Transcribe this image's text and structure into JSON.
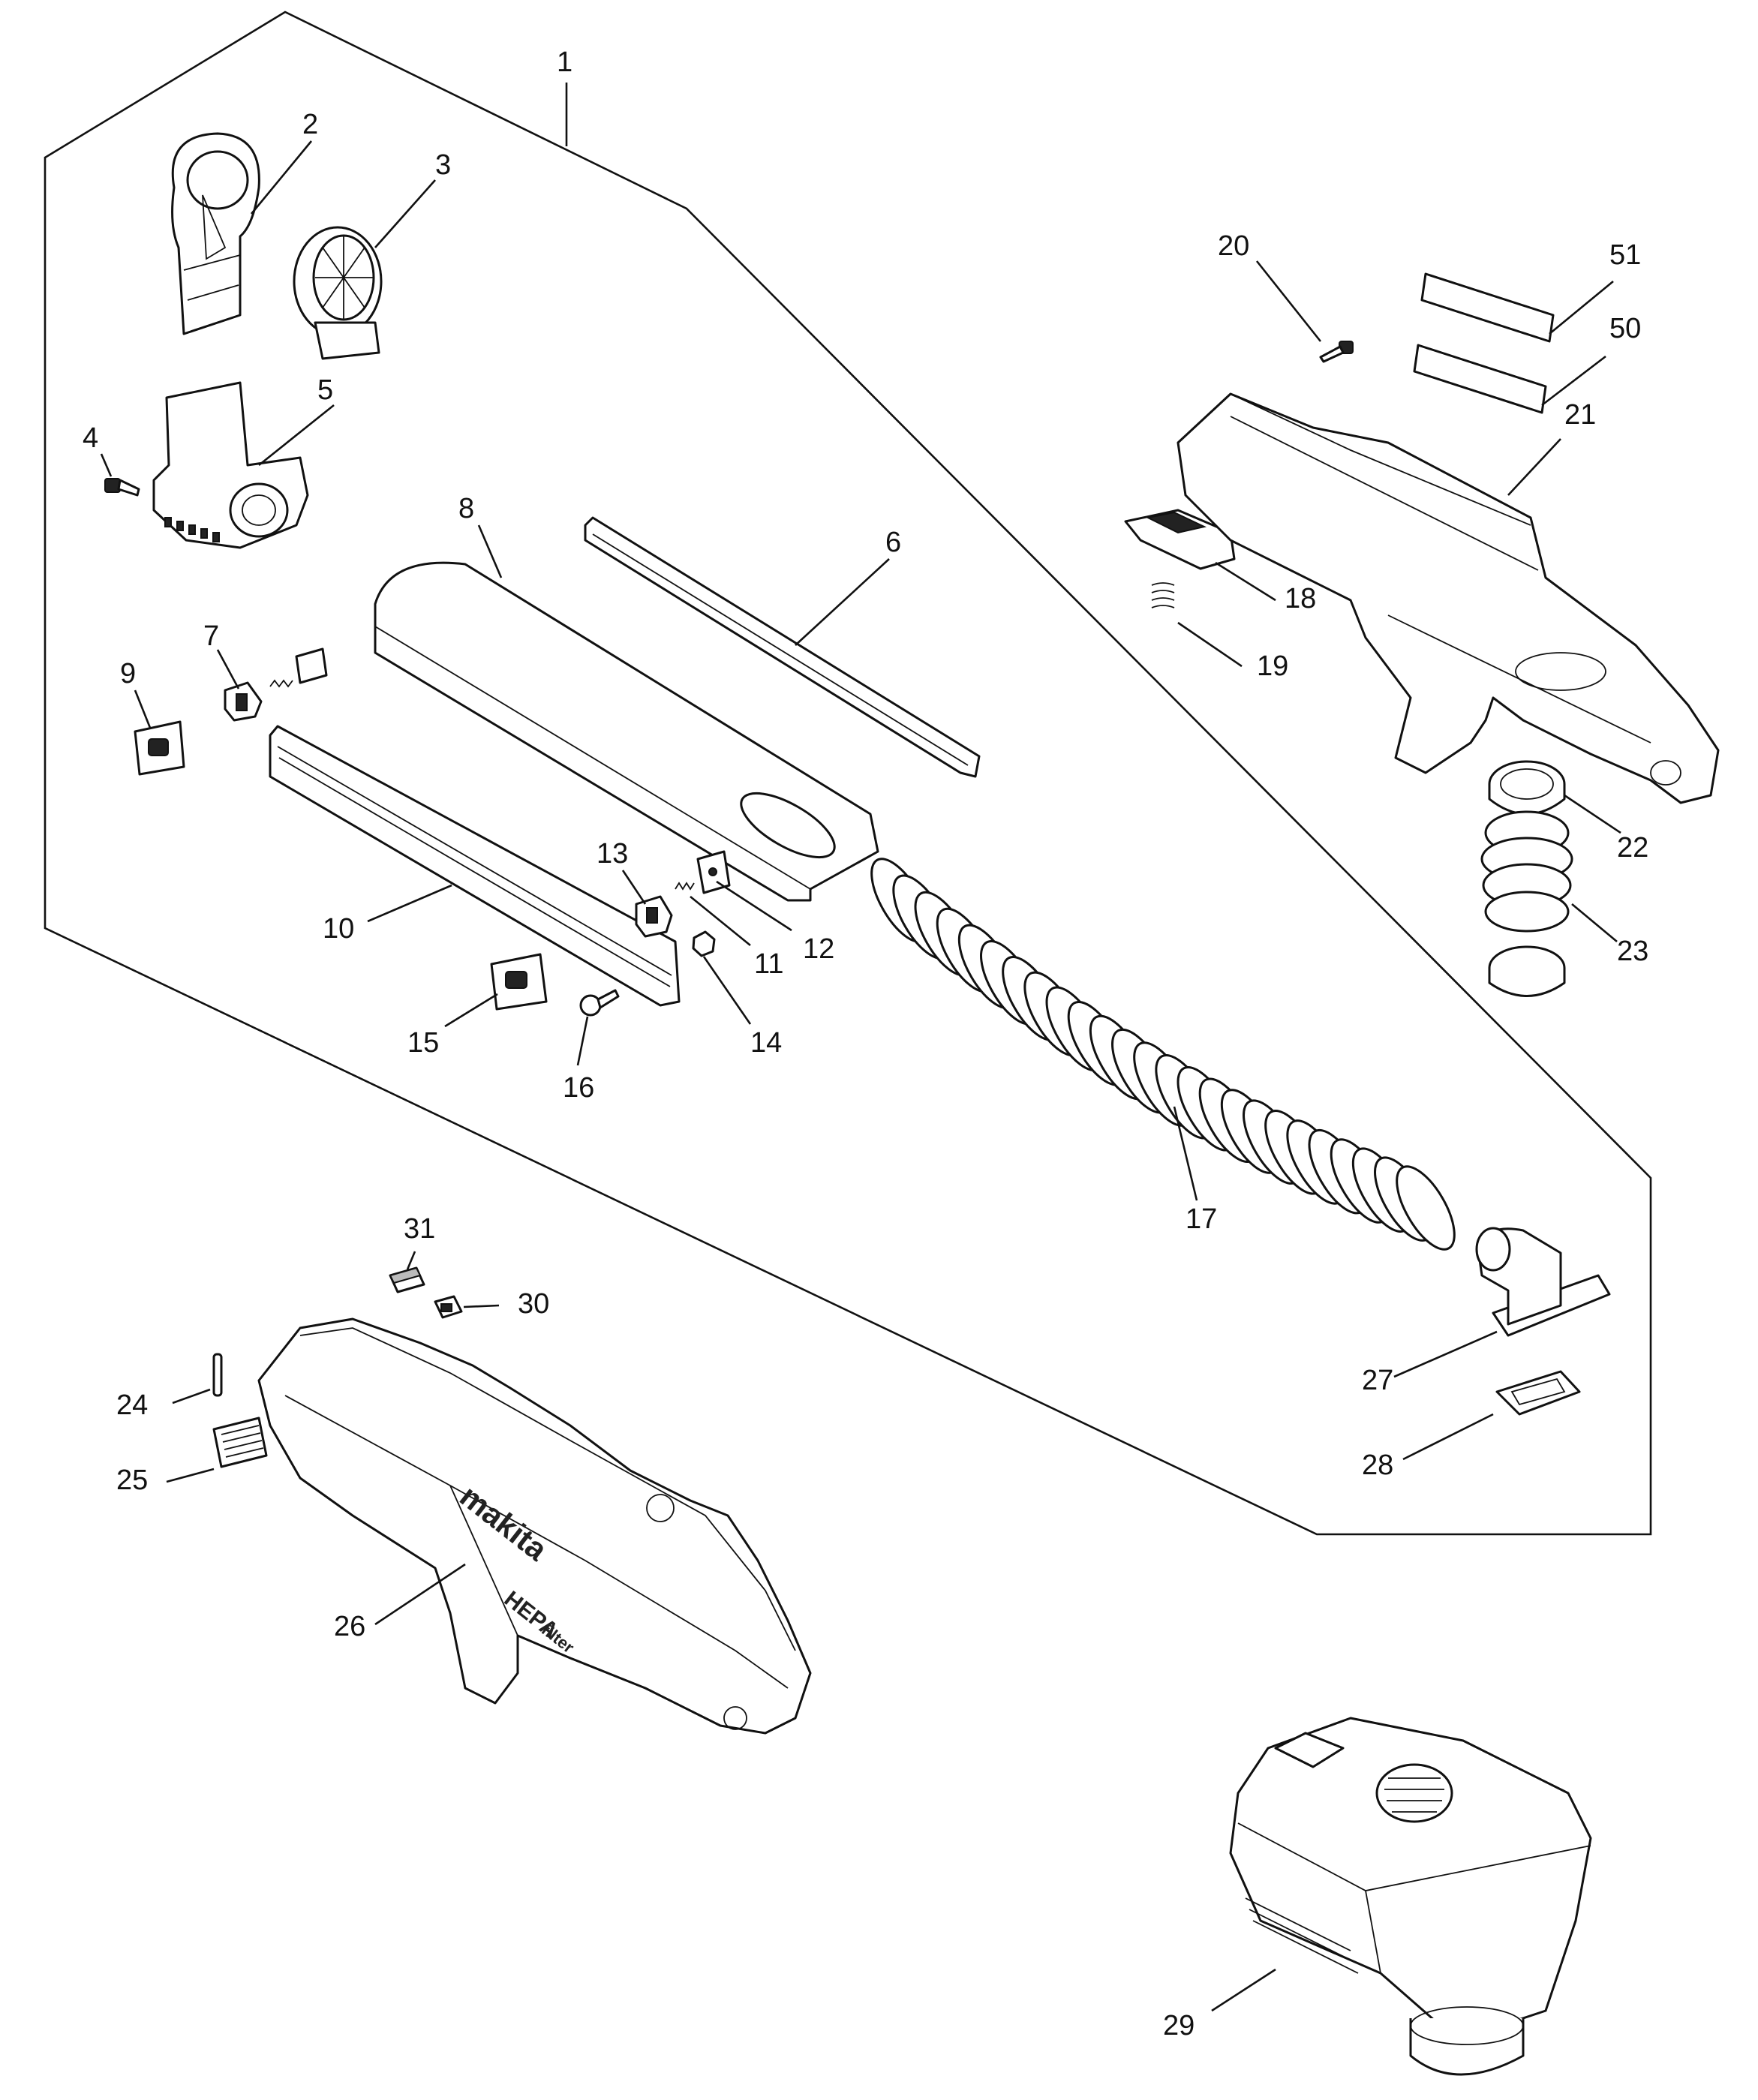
{
  "diagram": {
    "labels": [
      {
        "id": "1",
        "text": "1"
      },
      {
        "id": "2",
        "text": "2"
      },
      {
        "id": "3",
        "text": "3"
      },
      {
        "id": "4",
        "text": "4"
      },
      {
        "id": "5",
        "text": "5"
      },
      {
        "id": "6",
        "text": "6"
      },
      {
        "id": "7",
        "text": "7"
      },
      {
        "id": "8",
        "text": "8"
      },
      {
        "id": "9",
        "text": "9"
      },
      {
        "id": "10",
        "text": "10"
      },
      {
        "id": "11",
        "text": "11"
      },
      {
        "id": "12",
        "text": "12"
      },
      {
        "id": "13",
        "text": "13"
      },
      {
        "id": "14",
        "text": "14"
      },
      {
        "id": "15",
        "text": "15"
      },
      {
        "id": "16",
        "text": "16"
      },
      {
        "id": "17",
        "text": "17"
      },
      {
        "id": "18",
        "text": "18"
      },
      {
        "id": "19",
        "text": "19"
      },
      {
        "id": "20",
        "text": "20"
      },
      {
        "id": "21",
        "text": "21"
      },
      {
        "id": "22",
        "text": "22"
      },
      {
        "id": "23",
        "text": "23"
      },
      {
        "id": "24",
        "text": "24"
      },
      {
        "id": "25",
        "text": "25"
      },
      {
        "id": "26",
        "text": "26"
      },
      {
        "id": "27",
        "text": "27"
      },
      {
        "id": "28",
        "text": "28"
      },
      {
        "id": "29",
        "text": "29"
      },
      {
        "id": "30",
        "text": "30"
      },
      {
        "id": "31",
        "text": "31"
      },
      {
        "id": "50",
        "text": "50"
      },
      {
        "id": "51",
        "text": "51"
      }
    ],
    "brand_text": "makita",
    "badge_text": "HEPA",
    "badge_subtext": "filter"
  }
}
